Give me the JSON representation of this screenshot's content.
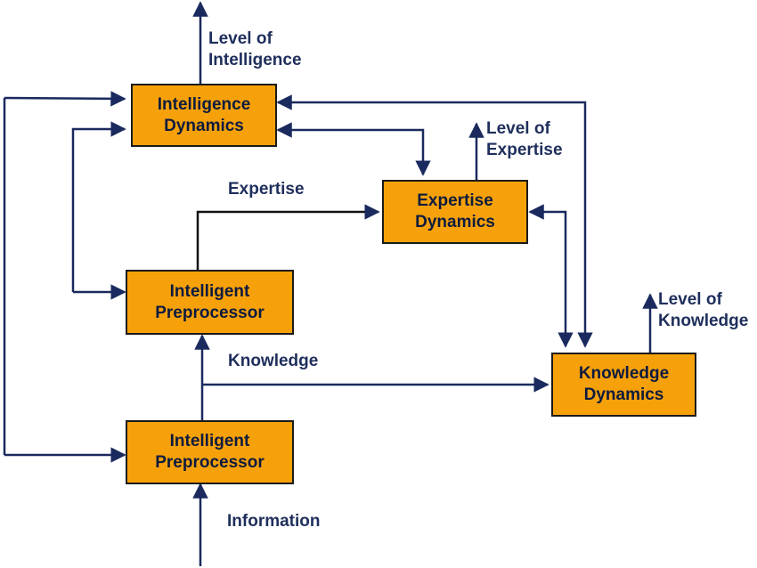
{
  "boxes": {
    "intelligence_dynamics": {
      "line1": "Intelligence",
      "line2": "Dynamics"
    },
    "expertise_dynamics": {
      "line1": "Expertise",
      "line2": "Dynamics"
    },
    "intelligent_preprocessor_upper": {
      "line1": "Intelligent",
      "line2": "Preprocessor"
    },
    "knowledge_dynamics": {
      "line1": "Knowledge",
      "line2": "Dynamics"
    },
    "intelligent_preprocessor_lower": {
      "line1": "Intelligent",
      "line2": "Preprocessor"
    }
  },
  "labels": {
    "level_of_intelligence": {
      "line1": "Level of",
      "line2": "Intelligence"
    },
    "level_of_expertise": {
      "line1": "Level of",
      "line2": "Expertise"
    },
    "level_of_knowledge": {
      "line1": "Level of",
      "line2": "Knowledge"
    },
    "expertise": "Expertise",
    "knowledge": "Knowledge",
    "information": "Information"
  },
  "colors": {
    "box_fill": "#F7A10A",
    "arrow": "#1a2a5e",
    "text": "#1f2f5c"
  }
}
